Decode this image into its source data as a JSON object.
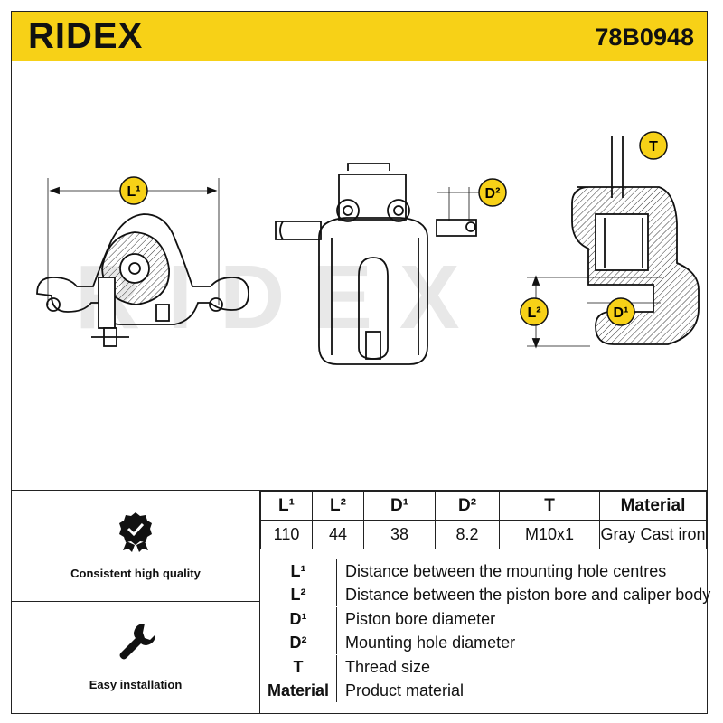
{
  "header": {
    "brand": "RIDEX",
    "part_number": "78B0948",
    "background_color": "#f7d117"
  },
  "drawing": {
    "watermark": "RIDEX",
    "callouts": {
      "l1": "L¹",
      "l2": "L²",
      "d1": "D¹",
      "d2": "D²",
      "t": "T"
    }
  },
  "features": [
    {
      "icon": "checkmark-badge-icon",
      "label": "Consistent high quality"
    },
    {
      "icon": "wrench-icon",
      "label": "Easy installation"
    }
  ],
  "specs": {
    "headers": [
      "L¹",
      "L²",
      "D¹",
      "D²",
      "T",
      "Material"
    ],
    "values": [
      "110",
      "44",
      "38",
      "8.2",
      "M10x1",
      "Gray Cast iron"
    ]
  },
  "legend": [
    {
      "key": "L¹",
      "description": "Distance between the mounting hole centres"
    },
    {
      "key": "L²",
      "description": "Distance between the piston bore and caliper body"
    },
    {
      "key": "D¹",
      "description": "Piston bore diameter"
    },
    {
      "key": "D²",
      "description": "Mounting hole diameter"
    },
    {
      "key": "T",
      "description": "Thread size"
    },
    {
      "key": "Material",
      "description": "Product material"
    }
  ]
}
